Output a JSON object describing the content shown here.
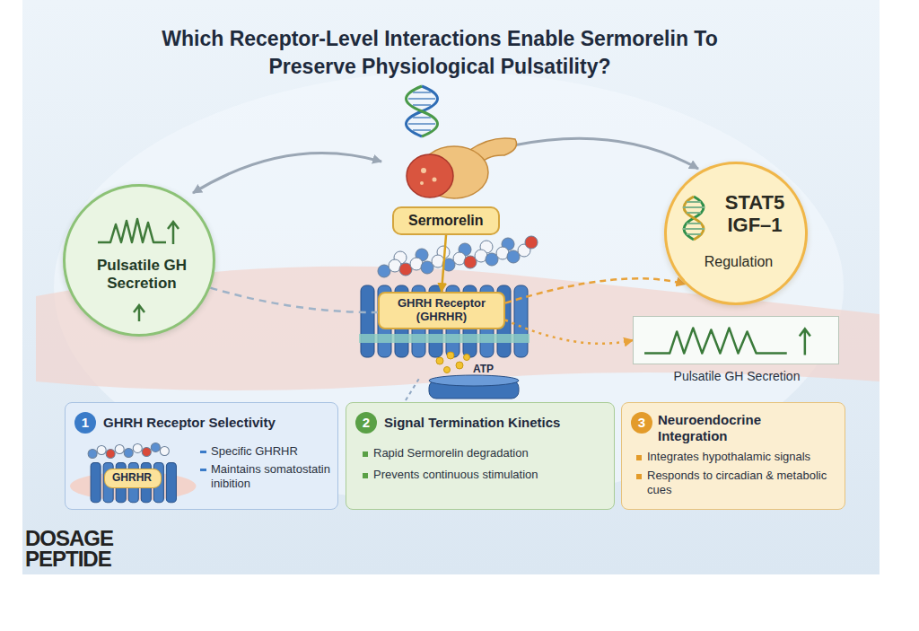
{
  "diagram": {
    "title": "Which Receptor-Level Interactions Enable Sermorelin To Preserve Physiological Pulsatility?",
    "nodes": [
      {
        "text": [
          "Pulsatile GH Secretion"
        ]
      },
      {
        "text": [
          "Sermorelin"
        ]
      },
      {
        "text": [
          "GHRH Receptor (GHRHR)"
        ]
      },
      {
        "text": [
          "STAT5 IGF–1",
          "Regulation"
        ]
      },
      {
        "text": [
          "Pulsatile GH Secretion"
        ]
      },
      {
        "text": [
          "1",
          "GHRH Receptor Selectivity",
          "Specific GHRHR",
          "Maintains somatostatin inibition"
        ]
      },
      {
        "text": [
          "GHRHR"
        ],
        "in": 5
      },
      {
        "text": [
          "2",
          "Signal Termination Kinetics",
          "Rapid Sermorelin degradation",
          "Prevents continuous stimulation"
        ]
      },
      {
        "text": [
          "3",
          "Neuroendocrine Integration",
          "Integrates hypothalamic signals",
          "Responds to circadian & metabolic cues"
        ]
      }
    ],
    "edges": [
      {
        "from": 1,
        "to": 2,
        "arrow": "to"
      },
      {
        "from": 2,
        "to": 3,
        "arrow": "to"
      },
      {
        "from": 2,
        "to": 4,
        "arrow": "to"
      },
      {
        "from": 0,
        "to": 2,
        "arrow": "none"
      }
    ],
    "labels": [
      "ATP",
      "DOSAGE",
      "PEPTIDE"
    ]
  }
}
